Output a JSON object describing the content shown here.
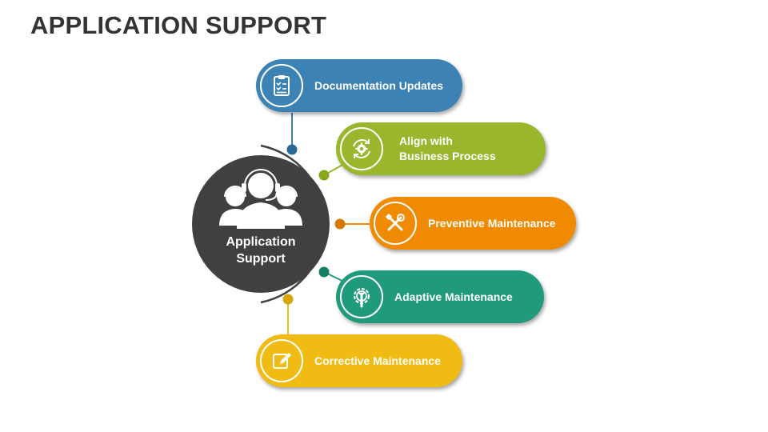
{
  "title": "APPLICATION SUPPORT",
  "center": {
    "line1": "Application",
    "line2": "Support",
    "icon": "support-team-icon",
    "color": "#404040"
  },
  "items": [
    {
      "line1": "Documentation Updates",
      "line2": "",
      "icon": "clipboard-icon",
      "color": "#3d82b4",
      "edge": "#2b6a96"
    },
    {
      "line1": "Align with",
      "line2": "Business Process",
      "icon": "gear-cycle-icon",
      "color": "#9ab62c",
      "edge": "#7f9a1f"
    },
    {
      "line1": "Preventive Maintenance",
      "line2": "",
      "icon": "tools-icon",
      "color": "#f08a00",
      "edge": "#c97200"
    },
    {
      "line1": "Adaptive Maintenance",
      "line2": "",
      "icon": "gear-wrench-icon",
      "color": "#1f9a7a",
      "edge": "#147a60"
    },
    {
      "line1": "Corrective Maintenance",
      "line2": "",
      "icon": "edit-icon",
      "color": "#f0bb12",
      "edge": "#c99a06"
    }
  ]
}
